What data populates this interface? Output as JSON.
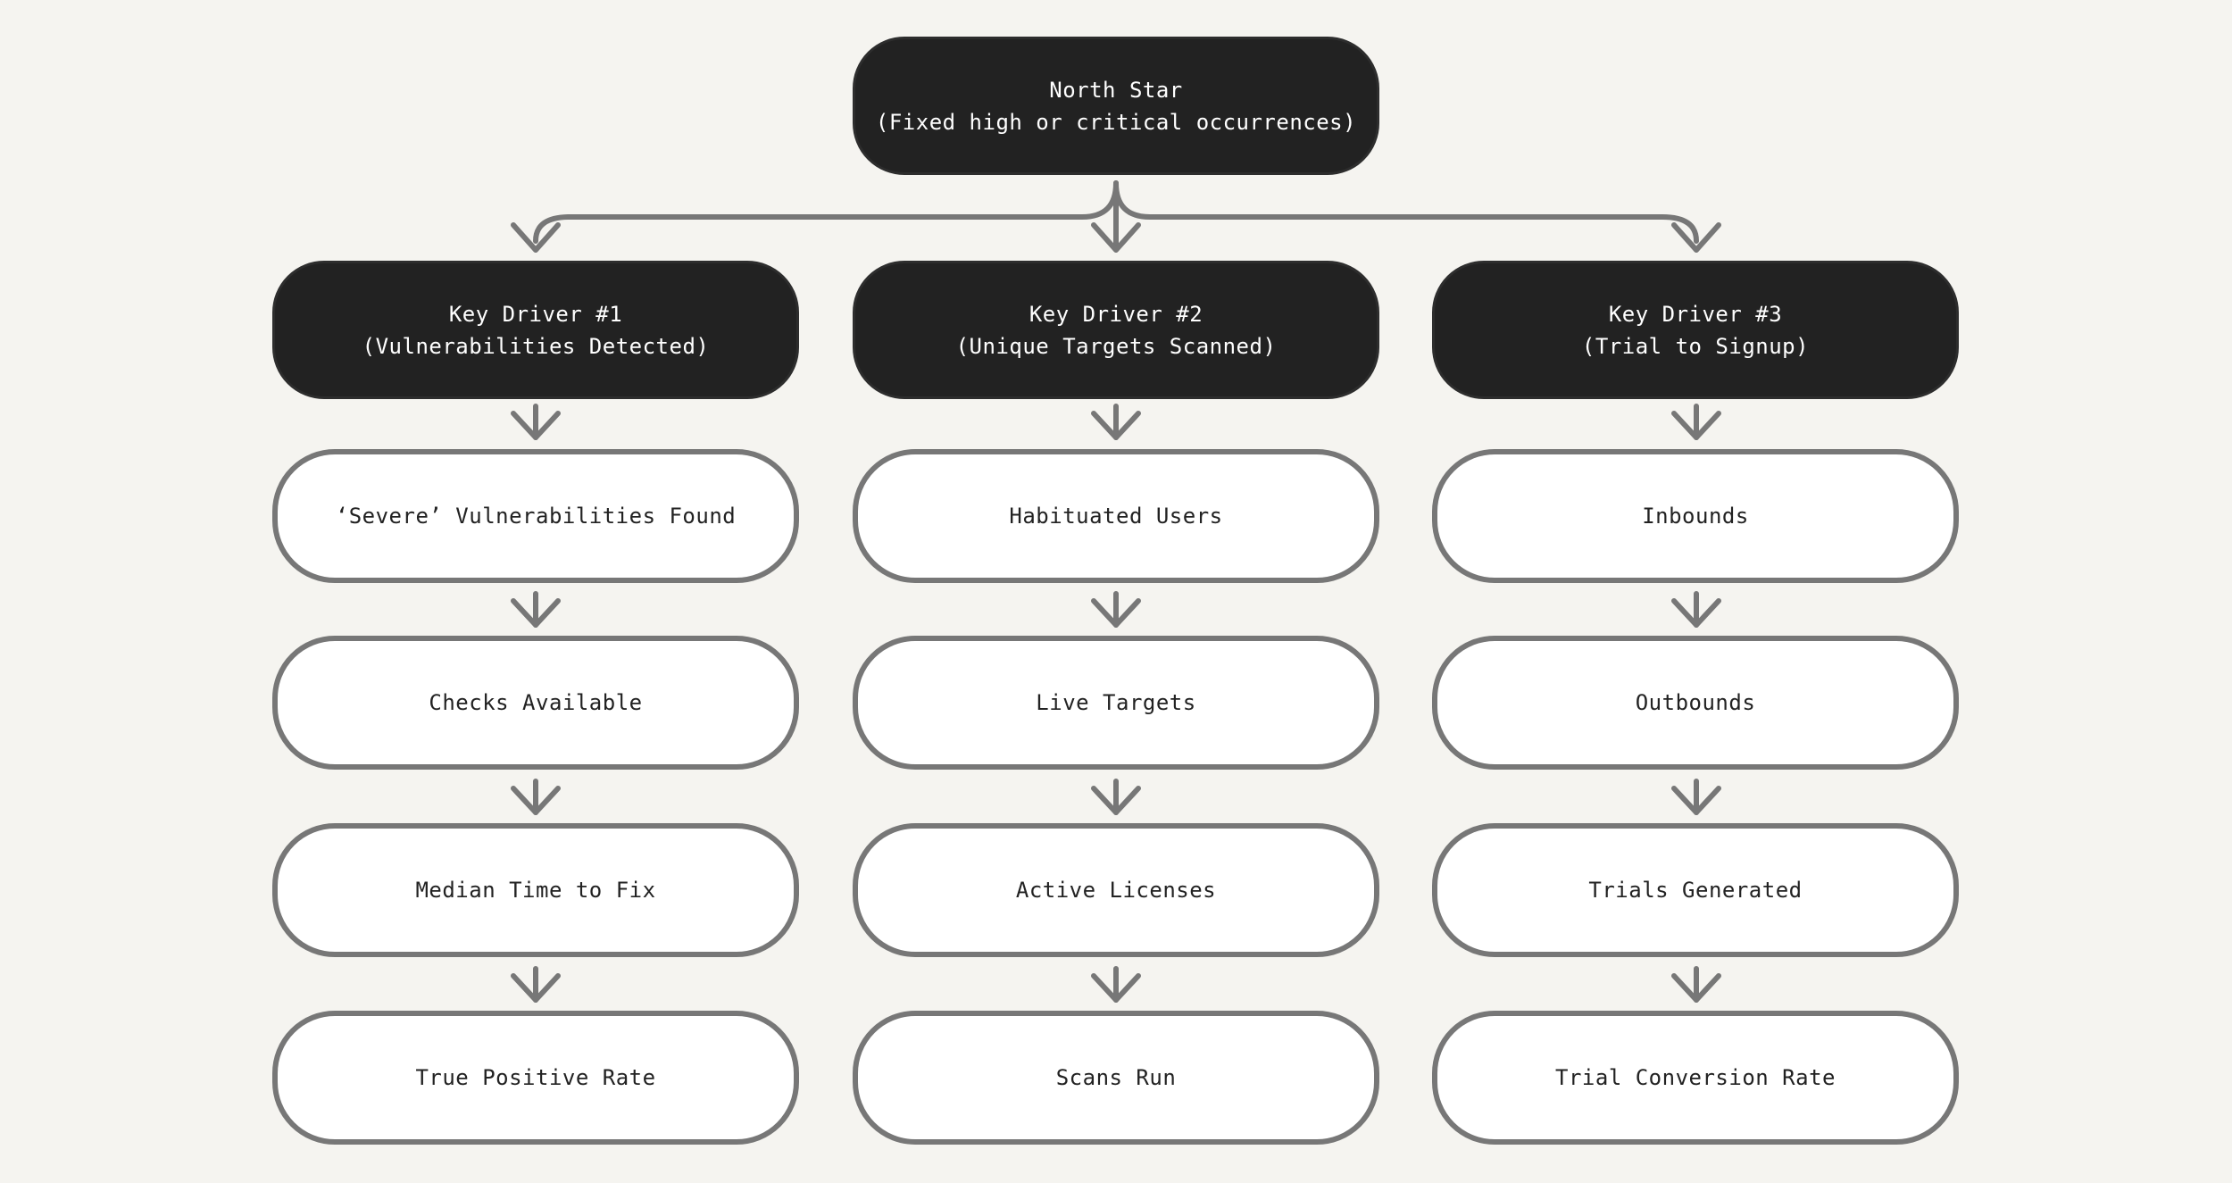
{
  "north_star": {
    "line1": "North Star",
    "line2": "(Fixed high or critical occurrences)"
  },
  "drivers": [
    {
      "line1": "Key Driver #1",
      "line2": "(Vulnerabilities Detected)",
      "metrics": [
        "‘Severe’ Vulnerabilities Found",
        "Checks Available",
        "Median Time to Fix",
        "True Positive Rate"
      ]
    },
    {
      "line1": "Key Driver #2",
      "line2": "(Unique Targets Scanned)",
      "metrics": [
        "Habituated Users",
        "Live Targets",
        "Active Licenses",
        "Scans Run"
      ]
    },
    {
      "line1": "Key Driver #3",
      "line2": "(Trial to Signup)",
      "metrics": [
        "Inbounds",
        "Outbounds",
        "Trials Generated",
        "Trial Conversion Rate"
      ]
    }
  ],
  "colors": {
    "background": "#f5f4f0",
    "dark_node": "#222222",
    "light_node": "#ffffff",
    "connector": "#777777"
  }
}
